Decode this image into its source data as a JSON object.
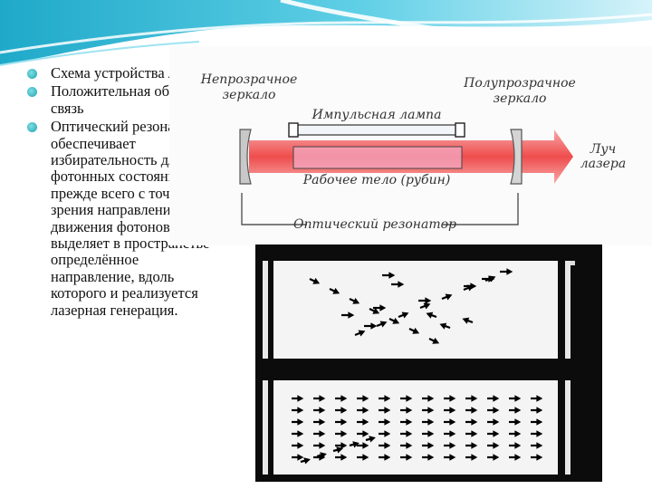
{
  "bullets": [
    "Схема устройства лазера",
    "Положительная обратная связь",
    "Оптический резонатор обеспечивает избирательность для фотонных состояний прежде всего с точки зрения направления движения фотонов. Он выделяет в пространстве определённое направление, вдоль которого и реализуется лазерная генерация."
  ],
  "diagram": {
    "opaque_mirror": [
      "Непрозрачное",
      "зеркало"
    ],
    "semi_mirror": [
      "Полупрозрачное",
      "зеркало"
    ],
    "lamp": "Импульсная лампа",
    "active_medium": "Рабочее тело (рубин)",
    "beam": [
      "Луч",
      "лазера"
    ],
    "resonator": "Оптический резонатор"
  },
  "colors": {
    "header_cyan": "#2cb4d2",
    "beam_red": "#f04a4a",
    "ruby_pink": "#f4a9c4",
    "mirror_gray": "#c8c8c8"
  }
}
